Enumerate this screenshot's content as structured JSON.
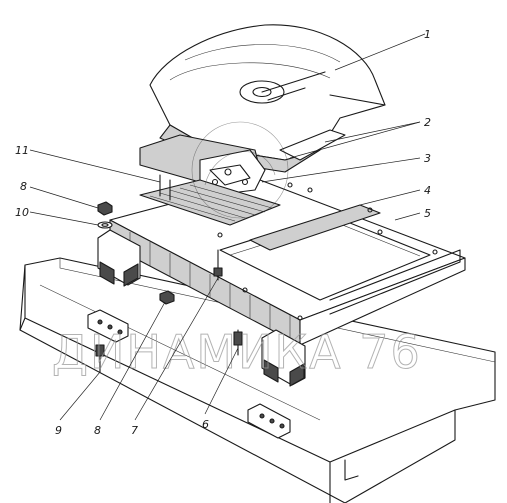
{
  "watermark": "ДИНАМИКА 76",
  "callouts": [
    {
      "id": "c1",
      "label": "1"
    },
    {
      "id": "c2",
      "label": "2"
    },
    {
      "id": "c3",
      "label": "3"
    },
    {
      "id": "c4",
      "label": "4"
    },
    {
      "id": "c5",
      "label": "5"
    },
    {
      "id": "c6",
      "label": "6"
    },
    {
      "id": "c7",
      "label": "7"
    },
    {
      "id": "c8b",
      "label": "8"
    },
    {
      "id": "c9",
      "label": "9"
    },
    {
      "id": "c8a",
      "label": "8"
    },
    {
      "id": "c10",
      "label": "10"
    },
    {
      "id": "c11",
      "label": "11"
    }
  ]
}
